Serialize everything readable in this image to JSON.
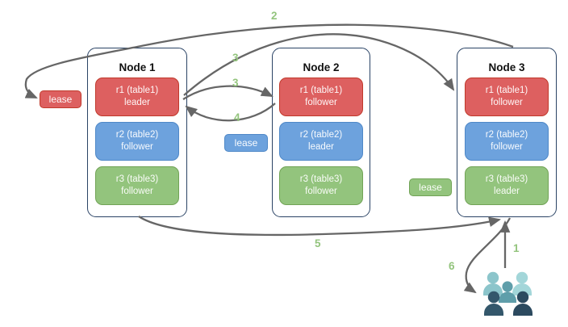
{
  "nodes": [
    {
      "title": "Node 1",
      "replicas": [
        {
          "line1": "r1 (table1)",
          "line2": "leader",
          "color": "red"
        },
        {
          "line1": "r2 (table2)",
          "line2": "follower",
          "color": "blue"
        },
        {
          "line1": "r3 (table3)",
          "line2": "follower",
          "color": "green"
        }
      ]
    },
    {
      "title": "Node 2",
      "replicas": [
        {
          "line1": "r1 (table1)",
          "line2": "follower",
          "color": "red"
        },
        {
          "line1": "r2 (table2)",
          "line2": "leader",
          "color": "blue"
        },
        {
          "line1": "r3 (table3)",
          "line2": "follower",
          "color": "green"
        }
      ]
    },
    {
      "title": "Node 3",
      "replicas": [
        {
          "line1": "r1 (table1)",
          "line2": "follower",
          "color": "red"
        },
        {
          "line1": "r2 (table2)",
          "line2": "follower",
          "color": "blue"
        },
        {
          "line1": "r3 (table3)",
          "line2": "leader",
          "color": "green"
        }
      ]
    }
  ],
  "leases": [
    {
      "label": "lease",
      "color": "red"
    },
    {
      "label": "lease",
      "color": "blue"
    },
    {
      "label": "lease",
      "color": "green"
    }
  ],
  "steps": [
    {
      "label": "1"
    },
    {
      "label": "2"
    },
    {
      "label": "3"
    },
    {
      "label": "3"
    },
    {
      "label": "4"
    },
    {
      "label": "5"
    },
    {
      "label": "6"
    }
  ],
  "icons": {
    "clients": "users-group-icon"
  },
  "colors": {
    "red_fill": "#dd6060",
    "red_border": "#c0392b",
    "blue_fill": "#6da2dd",
    "blue_border": "#4f88c7",
    "green_fill": "#93c47d",
    "green_border": "#71a356",
    "node_border": "#2a4365",
    "arrow": "#666666",
    "step_label": "#93c47d",
    "person_light_teal": "#8cc5cb",
    "person_pale_teal": "#a3d6d9",
    "person_mid_teal": "#5f9eaa",
    "person_dark_slate": "#34576b",
    "person_dark_navy": "#2c4a5f"
  }
}
